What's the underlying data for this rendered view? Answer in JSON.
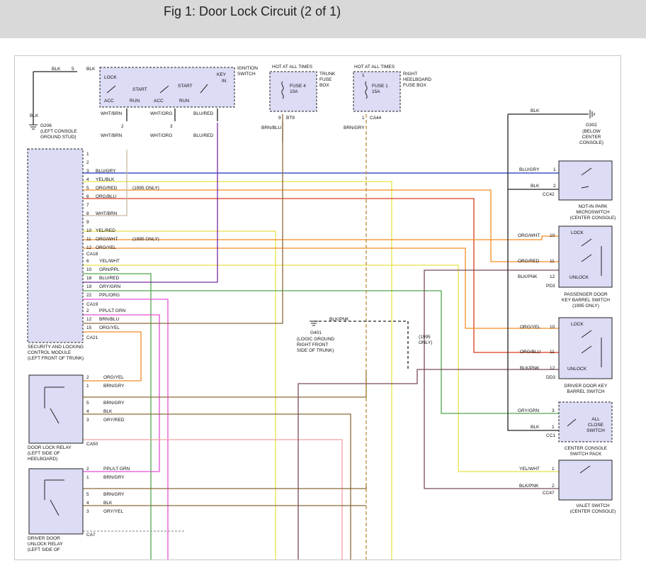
{
  "header": {
    "title": "Fig 1: Door Lock Circuit (2 of 1)"
  },
  "colors": {
    "header_bg": "#d9d9d9",
    "component_fill": "#dcdcf6",
    "BLU": "#1f2fbf",
    "YEL": "#e8e04a",
    "ORG": "#f28c28",
    "RED": "#d93a1e",
    "BRN": "#8a6a3a",
    "PPL": "#7b2c9e",
    "GRN": "#4fa64f",
    "PINK": "#e64fd6",
    "WHT": "#c8b8a0",
    "GRY": "#999999"
  },
  "ignition": {
    "label": [
      "IGNITION",
      "SWITCH"
    ],
    "blk1": "BLK",
    "pin5": "5",
    "blk2": "BLK",
    "lock": "LOCK",
    "start1": "START",
    "start2": "START",
    "acc1": "ACC",
    "run1": "RUN",
    "acc2": "ACC",
    "run2": "RUN",
    "key": "KEY",
    "in": "IN",
    "wires": [
      {
        "label": "WHT/BRN",
        "pin": "2",
        "label2": "WHT/BRN"
      },
      {
        "label": "WHT/ORG",
        "pin": "3",
        "label2": "WHT/ORG"
      },
      {
        "label": "BLU/RED",
        "label2": "BLU/RED"
      }
    ]
  },
  "ground_g206": {
    "wire": "BLK",
    "name": "G206",
    "desc": [
      "(LEFT CONSOLE",
      "GROUND STUD)"
    ]
  },
  "trunk_fuse": {
    "hot": "HOT AT ALL TIMES",
    "label": [
      "TRUNK",
      "FUSE",
      "BOX"
    ],
    "fuse": "FUSE 4",
    "amp": "10A",
    "pin": "9",
    "conn": "BT9",
    "wire": "BRN/BLU"
  },
  "heelboard_fuse": {
    "hot": "HOT AT ALL TIMES",
    "label": [
      "RIGHT",
      "HEELBOARD",
      "FUSE BOX"
    ],
    "fuse": "FUSE 1",
    "amp": "15A",
    "pin_top": "1",
    "pin": "1",
    "conn": "CA44",
    "wire": "BRN/GRY"
  },
  "g302": {
    "wire": "BLK",
    "name": "G302",
    "desc": [
      "(BELOW",
      "CENTER",
      "CONSOLE)"
    ]
  },
  "module": {
    "label": [
      "SECURITY AND LOCKING",
      "CONTROL MODULE",
      "(LEFT FRONT OF TRUNK)"
    ],
    "ca18": [
      {
        "pin": "1",
        "wire": ""
      },
      {
        "pin": "2",
        "wire": ""
      },
      {
        "pin": "3",
        "wire": "BLU/GRY"
      },
      {
        "pin": "4",
        "wire": "YEL/BLK"
      },
      {
        "pin": "5",
        "wire": "ORG/RED",
        "note": "(1995 ONLY)"
      },
      {
        "pin": "6",
        "wire": "ORG/BLU"
      },
      {
        "pin": "7",
        "wire": ""
      },
      {
        "pin": "8",
        "wire": "WHT/BRN"
      },
      {
        "pin": "9",
        "wire": ""
      },
      {
        "pin": "10",
        "wire": "YEL/RED"
      },
      {
        "pin": "11",
        "wire": "ORG/WHT",
        "note": "(1995 ONLY)"
      },
      {
        "pin": "12",
        "wire": "ORG/YEL"
      }
    ],
    "ca18_label": "CA18",
    "ca19": [
      {
        "pin": "6",
        "wire": "YEL/WHT"
      },
      {
        "pin": "10",
        "wire": "GRN/PPL"
      },
      {
        "pin": "18",
        "wire": "BLU/RED"
      },
      {
        "pin": "19",
        "wire": "GRY/GRN"
      },
      {
        "pin": "22",
        "wire": "PPL/ORG"
      }
    ],
    "ca19_label": "CA19",
    "ca21": [
      {
        "pin": "2",
        "wire": "PPL/LT GRN"
      },
      {
        "pin": "12",
        "wire": "BRN/BLU"
      },
      {
        "pin": "15",
        "wire": "ORG/YEL"
      }
    ],
    "ca21_label": "CA21"
  },
  "not_in_park": {
    "label": [
      "NOT-IN PARK",
      "MICROSWITCH",
      "(CENTER CONSOLE)"
    ],
    "pins": [
      {
        "wire": "BLU/GRY",
        "pin": "1"
      },
      {
        "wire": "BLK",
        "pin": "2"
      }
    ],
    "conn": "CC42"
  },
  "pass_door": {
    "label": [
      "PASSENGER DOOR",
      "KEY BARREL SWITCH",
      "(1995 ONLY)"
    ],
    "lock": "LOCK",
    "unlock": "UNLOCK",
    "pins": [
      {
        "wire": "ORG/WHT",
        "pin": "10"
      },
      {
        "wire": "ORG/RED",
        "pin": "11"
      },
      {
        "wire": "BLK/PNK",
        "pin": "12"
      }
    ],
    "conn": "PD3"
  },
  "drv_door": {
    "label": [
      "DRIVER DOOR KEY",
      "BARREL SWITCH"
    ],
    "lock": "LOCK",
    "unlock": "UNLOCK",
    "pins": [
      {
        "wire": "ORG/YEL",
        "pin": "10"
      },
      {
        "wire": "ORG/BLU",
        "pin": "11"
      },
      {
        "wire": "BLK/PNK",
        "pin": "12"
      }
    ],
    "conn": "DD3"
  },
  "all_close": {
    "label": [
      "CENTER CONSOLE",
      "SWITCH PACK"
    ],
    "inner": [
      "ALL",
      "CLOSE",
      "SWITCH"
    ],
    "pins": [
      {
        "wire": "GRY/GRN",
        "pin": "3"
      },
      {
        "wire": "BLK",
        "pin": "1"
      }
    ],
    "conn": "CC1"
  },
  "valet": {
    "label": [
      "VALET SWITCH",
      "(CENTER CONSOLE)"
    ],
    "pins": [
      {
        "wire": "YEL/WHT",
        "pin": "1"
      },
      {
        "wire": "BLK/PNK",
        "pin": "2"
      }
    ],
    "conn": "CC47"
  },
  "g401": {
    "wire": "BLK/PNK",
    "name": "G401",
    "desc": [
      "(LOGIC GROUND",
      "RIGHT FRONT",
      "SIDE OF TRUNK)"
    ],
    "note": [
      "(1995",
      "ONLY)"
    ]
  },
  "door_lock_relay": {
    "label": [
      "DOOR LOCK RELAY",
      "(LEFT SIDE OF",
      "HEELBOARD)"
    ],
    "pins": [
      {
        "pin": "2",
        "wire": "ORG/YEL"
      },
      {
        "pin": "1",
        "wire": "BRN/GRY"
      },
      {
        "pin": "5",
        "wire": "BRN/GRY"
      },
      {
        "pin": "4",
        "wire": "BLK"
      },
      {
        "pin": "3",
        "wire": "GRY/RED"
      }
    ],
    "conn": "CA50"
  },
  "drv_unlock_relay": {
    "label": [
      "DRIVER DOOR",
      "UNLOCK RELAY",
      "(LEFT SIDE OF"
    ],
    "pins": [
      {
        "pin": "2",
        "wire": "PPL/LT GRN"
      },
      {
        "pin": "1",
        "wire": "BRN/GRY"
      },
      {
        "pin": "5",
        "wire": "BRN/GRY"
      },
      {
        "pin": "4",
        "wire": "BLK"
      },
      {
        "pin": "3",
        "wire": "GRY/YEL"
      }
    ],
    "conn": "CA7"
  }
}
